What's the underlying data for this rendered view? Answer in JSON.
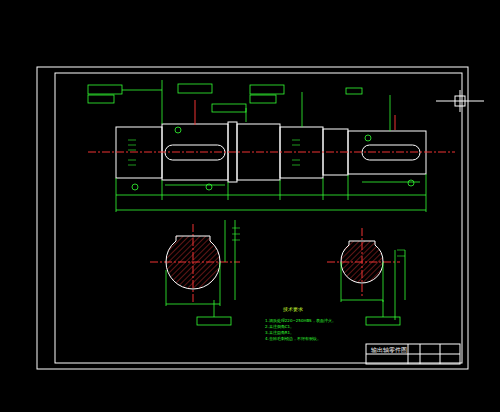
{
  "diagram": {
    "labels": [
      "技术要求",
      "1.调质处理220~250HBS，表面淬火。",
      "2.未注倒角C1。",
      "3.未注圆角R1。",
      "4.去除毛刺锐边，不得有裂纹。",
      "输出轴零件图"
    ]
  }
}
